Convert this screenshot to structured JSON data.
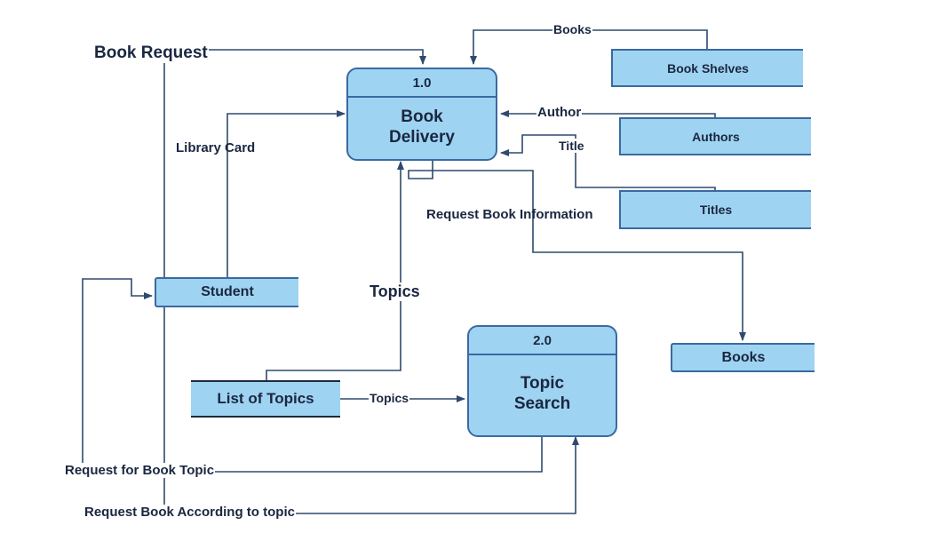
{
  "processes": {
    "book_delivery": {
      "id": "1.0",
      "name_line1": "Book",
      "name_line2": "Delivery"
    },
    "topic_search": {
      "id": "2.0",
      "name_line1": "Topic",
      "name_line2": "Search"
    }
  },
  "entities": {
    "book_shelves": "Book Shelves",
    "authors": "Authors",
    "titles": "Titles",
    "books": "Books",
    "student": "Student",
    "list_of_topics": "List of Topics"
  },
  "flows": {
    "book_request": "Book Request",
    "books": "Books",
    "author": "Author",
    "title": "Title",
    "library_card": "Library Card",
    "request_book_information": "Request Book Information",
    "topics_vertical": "Topics",
    "topics_horizontal": "Topics",
    "request_for_book_topic": "Request for Book Topic",
    "request_book_according_to_topic": "Request Book According to topic"
  },
  "colors": {
    "box_fill": "#9fd3f2",
    "box_border": "#3a6aa0",
    "line": "#2e4a6e",
    "text": "#1a2740"
  }
}
